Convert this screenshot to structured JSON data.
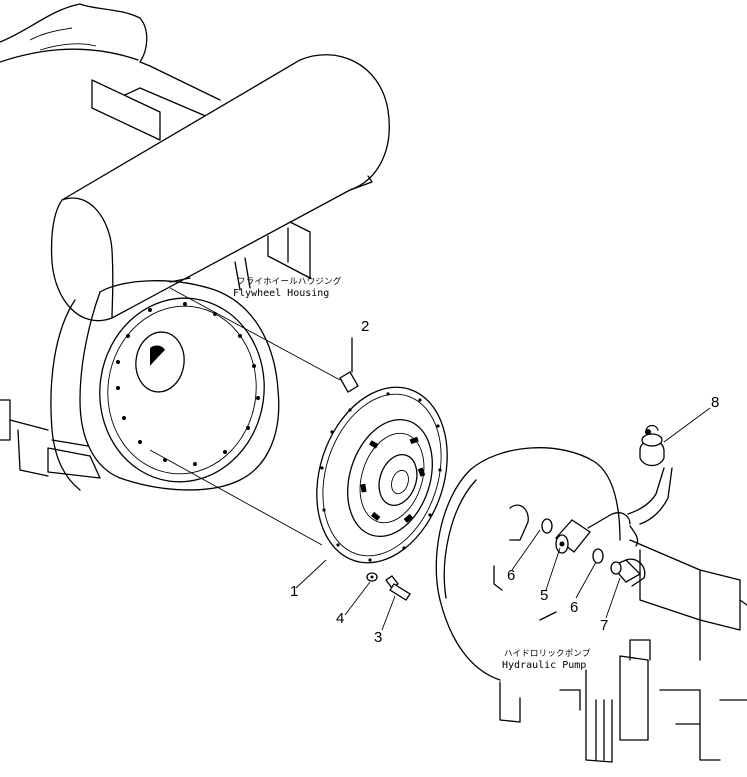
{
  "labels": {
    "flywheel_housing_jp": "フライホイールハウジング",
    "flywheel_housing_en": "Flywheel Housing",
    "hydraulic_pump_jp": "ハイドロリックポンプ",
    "hydraulic_pump_en": "Hydraulic Pump"
  },
  "callouts": [
    "1",
    "2",
    "3",
    "4",
    "5",
    "6",
    "6",
    "7",
    "8"
  ]
}
